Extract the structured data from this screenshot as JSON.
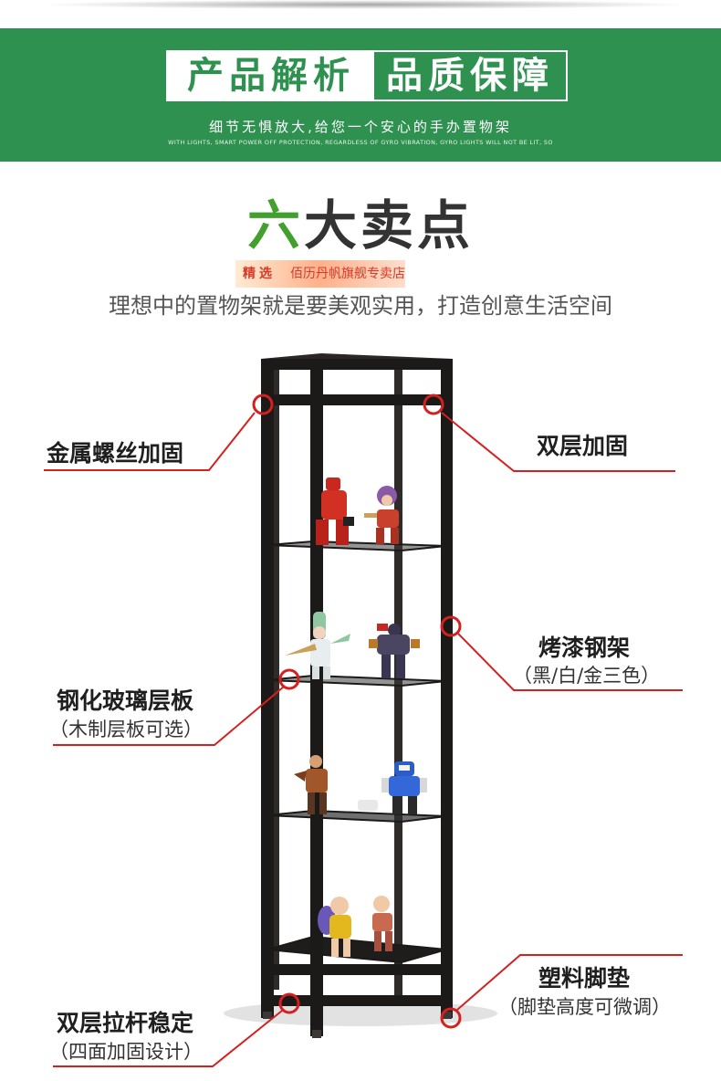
{
  "banner": {
    "left_title": "产品解析",
    "right_title": "品质保障",
    "subtitle": "细节无惧放大,给您一个安心的手办置物架",
    "english": "WITH LIGHTS, SMART POWER OFF PROTECTION, REGARDLESS OF GYRO VIBRATION, GYRO LIGHTS WILL NOT BE LIT, SO"
  },
  "heading": {
    "first_char": "六",
    "rest": "大卖点"
  },
  "watermark": {
    "left": "精选",
    "right": "佰历丹帆旗舰专卖店"
  },
  "tagline": "理想中的置物架就是要美观实用，打造创意生活空间",
  "callouts": [
    {
      "label": "金属螺丝加固",
      "sub": ""
    },
    {
      "label": "双层加固",
      "sub": ""
    },
    {
      "label": "烤漆钢架",
      "sub": "（黑/白/金三色）"
    },
    {
      "label": "钢化玻璃层板",
      "sub": "（木制层板可选）"
    },
    {
      "label": "塑料脚垫",
      "sub": "（脚垫高度可微调）"
    },
    {
      "label": "双层拉杆稳定",
      "sub": "（四面加固设计）"
    }
  ],
  "colors": {
    "banner_green": "#2e9150",
    "accent_green": "#43a02f",
    "callout_red": "#d62020",
    "frame_black": "#1c1a18"
  }
}
